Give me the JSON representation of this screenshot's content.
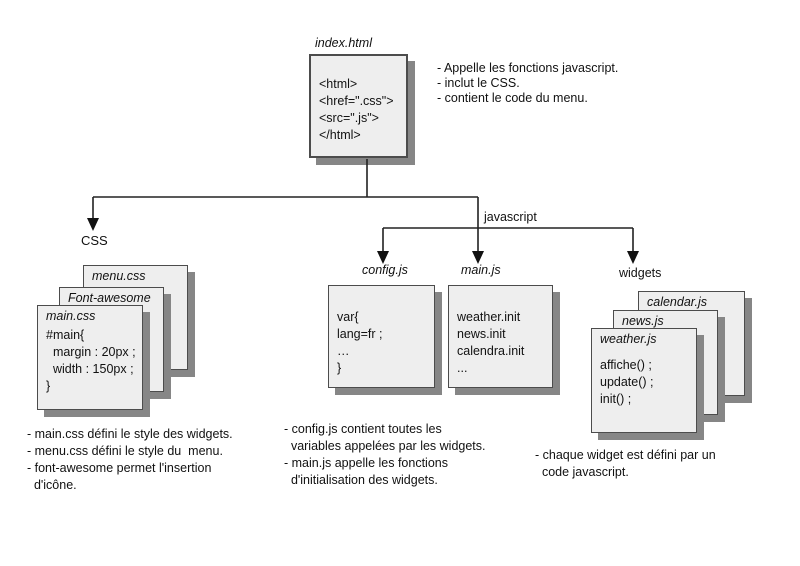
{
  "labels": {
    "index_title": "index.html",
    "css": "CSS",
    "javascript": "javascript",
    "config": "config.js",
    "mainjs": "main.js",
    "widgets": "widgets"
  },
  "index_box": {
    "code": [
      "<html>",
      "<href=\".css\">",
      "<src=\".js\">",
      "</html>"
    ],
    "notes": [
      "- Appelle les fonctions javascript.",
      "- inclut le CSS.",
      "- contient le code du menu."
    ]
  },
  "css_stack": {
    "back_title": "menu.css",
    "middle_title": "Font-awesome",
    "front_title": "main.css",
    "front_code": [
      "#main{",
      "  margin : 20px ;",
      "  width : 150px ;",
      "}"
    ]
  },
  "config_box": {
    "code": [
      "var{",
      "lang=fr ;",
      "…",
      "}"
    ]
  },
  "mainjs_box": {
    "code": [
      "weather.init",
      "news.init",
      "calendra.init",
      "..."
    ]
  },
  "widgets_stack": {
    "back_title": "calendar.js",
    "middle_title": "news.js",
    "front_title": "weather.js",
    "front_code": [
      "affiche() ;",
      "update() ;",
      "init() ;"
    ]
  },
  "bottom_notes": {
    "css": [
      "- main.css défini le style des widgets.",
      "- menu.css défini le style du  menu.",
      "- font-awesome permet l'insertion",
      "  d'icône."
    ],
    "js": [
      "- config.js contient toutes les",
      "  variables appelées par les widgets.",
      "- main.js appelle les fonctions",
      "  d'initialisation des widgets."
    ],
    "widgets": [
      "- chaque widget est défini par un",
      "  code javascript."
    ]
  },
  "colors": {
    "card_fill": "#eeeeee",
    "card_border": "#4c4c4c",
    "shadow": "#868686",
    "line": "#222222"
  }
}
